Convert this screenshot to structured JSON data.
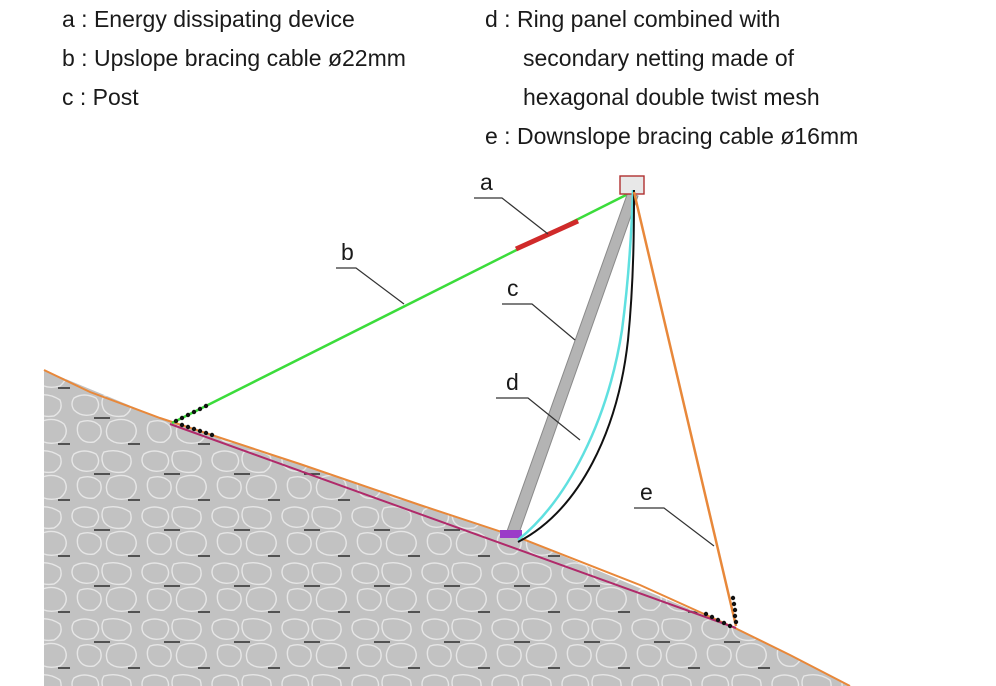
{
  "legend": {
    "a": "a : Energy dissipating device",
    "b": "b : Upslope bracing cable ø22mm",
    "c": "c : Post",
    "d_line1": "d : Ring panel combined with",
    "d_line2": "secondary netting made of",
    "d_line3": "hexagonal double twist mesh",
    "e": "e : Downslope bracing cable ø16mm"
  },
  "labels": {
    "a": "a",
    "b": "b",
    "c": "c",
    "d": "d",
    "e": "e"
  },
  "colors": {
    "upslope_cable": "#3bdc3b",
    "energy_device": "#d02a2a",
    "post": "#b4b4b4",
    "net_inner": "#5fe0e0",
    "net_outer": "#111111",
    "downslope_cable": "#e8883a",
    "slope_line": "#b02a6a",
    "ground": "#c2c2c2"
  }
}
